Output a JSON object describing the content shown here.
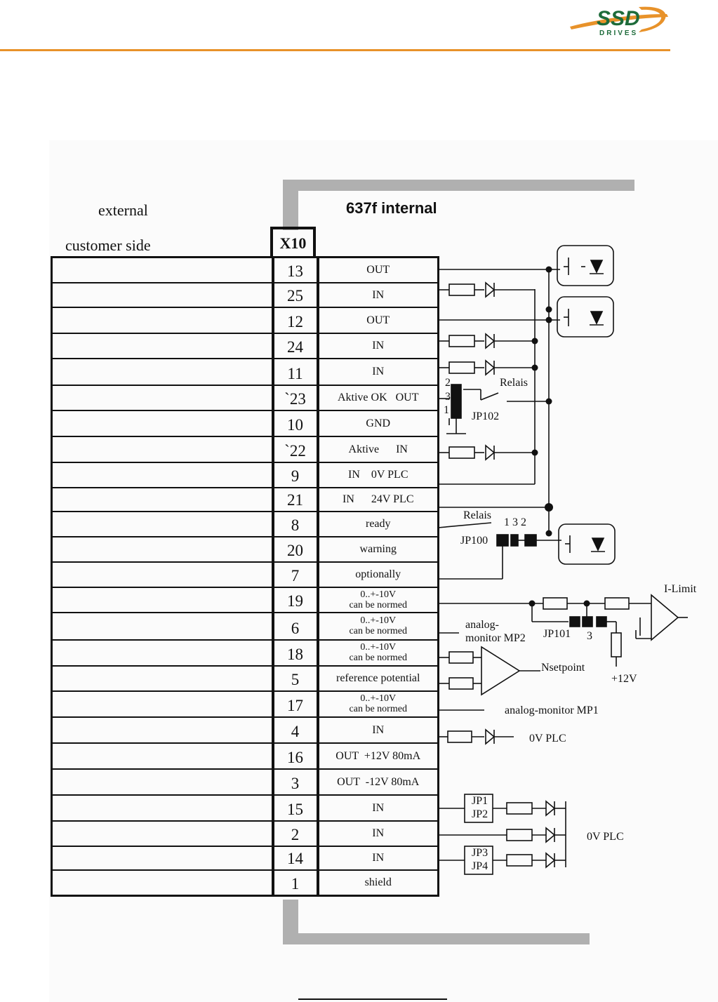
{
  "header": {
    "logo_text": "SSD",
    "logo_subtext": "DRIVES",
    "accent_color": "#e8922a"
  },
  "labels": {
    "external": "external",
    "customer_side": "customer side",
    "internal_title": "637f  internal",
    "connector": "X10"
  },
  "terminals": [
    {
      "pin": "13",
      "desc": "OUT"
    },
    {
      "pin": "25",
      "desc": "IN"
    },
    {
      "pin": "12",
      "desc": "OUT"
    },
    {
      "pin": "24",
      "desc": "IN"
    },
    {
      "pin": "11",
      "desc": "IN"
    },
    {
      "pin": "`23",
      "desc": "Aktive OK   OUT"
    },
    {
      "pin": "10",
      "desc": "GND"
    },
    {
      "pin": "`22",
      "desc": "Aktive      IN"
    },
    {
      "pin": "9",
      "desc": "IN    0V PLC"
    },
    {
      "pin": "21",
      "desc": "IN      24V PLC"
    },
    {
      "pin": "8",
      "desc": "ready"
    },
    {
      "pin": "20",
      "desc": "warning"
    },
    {
      "pin": "7",
      "desc": "optionally"
    },
    {
      "pin": "19",
      "desc": "0..+-10V",
      "desc2": "can be normed"
    },
    {
      "pin": "6",
      "desc": "0..+-10V",
      "desc2": "can be normed"
    },
    {
      "pin": "18",
      "desc": "0..+-10V",
      "desc2": "can be normed"
    },
    {
      "pin": "5",
      "desc": "reference potential"
    },
    {
      "pin": "17",
      "desc": "0..+-10V",
      "desc2": "can be normed"
    },
    {
      "pin": "4",
      "desc": "IN"
    },
    {
      "pin": "16",
      "desc": "OUT  +12V 80mA"
    },
    {
      "pin": "3",
      "desc": "OUT  -12V 80mA"
    },
    {
      "pin": "15",
      "desc": "IN"
    },
    {
      "pin": "2",
      "desc": "IN"
    },
    {
      "pin": "14",
      "desc": "IN"
    },
    {
      "pin": "1",
      "desc": "shield"
    }
  ],
  "circuit_labels": {
    "relais_top": "Relais",
    "jp102": "JP102",
    "jp102_pin2": "2",
    "jp102_pin3": "3",
    "jp102_pin1": "1",
    "relais_mid": "Relais",
    "jp100": "JP100",
    "jp100_pins": "1  3  2",
    "i_limit": "I-Limit",
    "analog_mp2": "analog-",
    "analog_mp2b": "monitor MP2",
    "jp101": "JP101",
    "jp101_3": "3",
    "nsetpoint": "Nsetpoint",
    "plus12v": "+12V",
    "analog_mp1": "analog-monitor MP1",
    "ov_plc_1": "0V PLC",
    "ov_plc_2": "0V PLC",
    "jp1": "JP1",
    "jp2": "JP2",
    "jp3": "JP3",
    "jp4": "JP4"
  }
}
